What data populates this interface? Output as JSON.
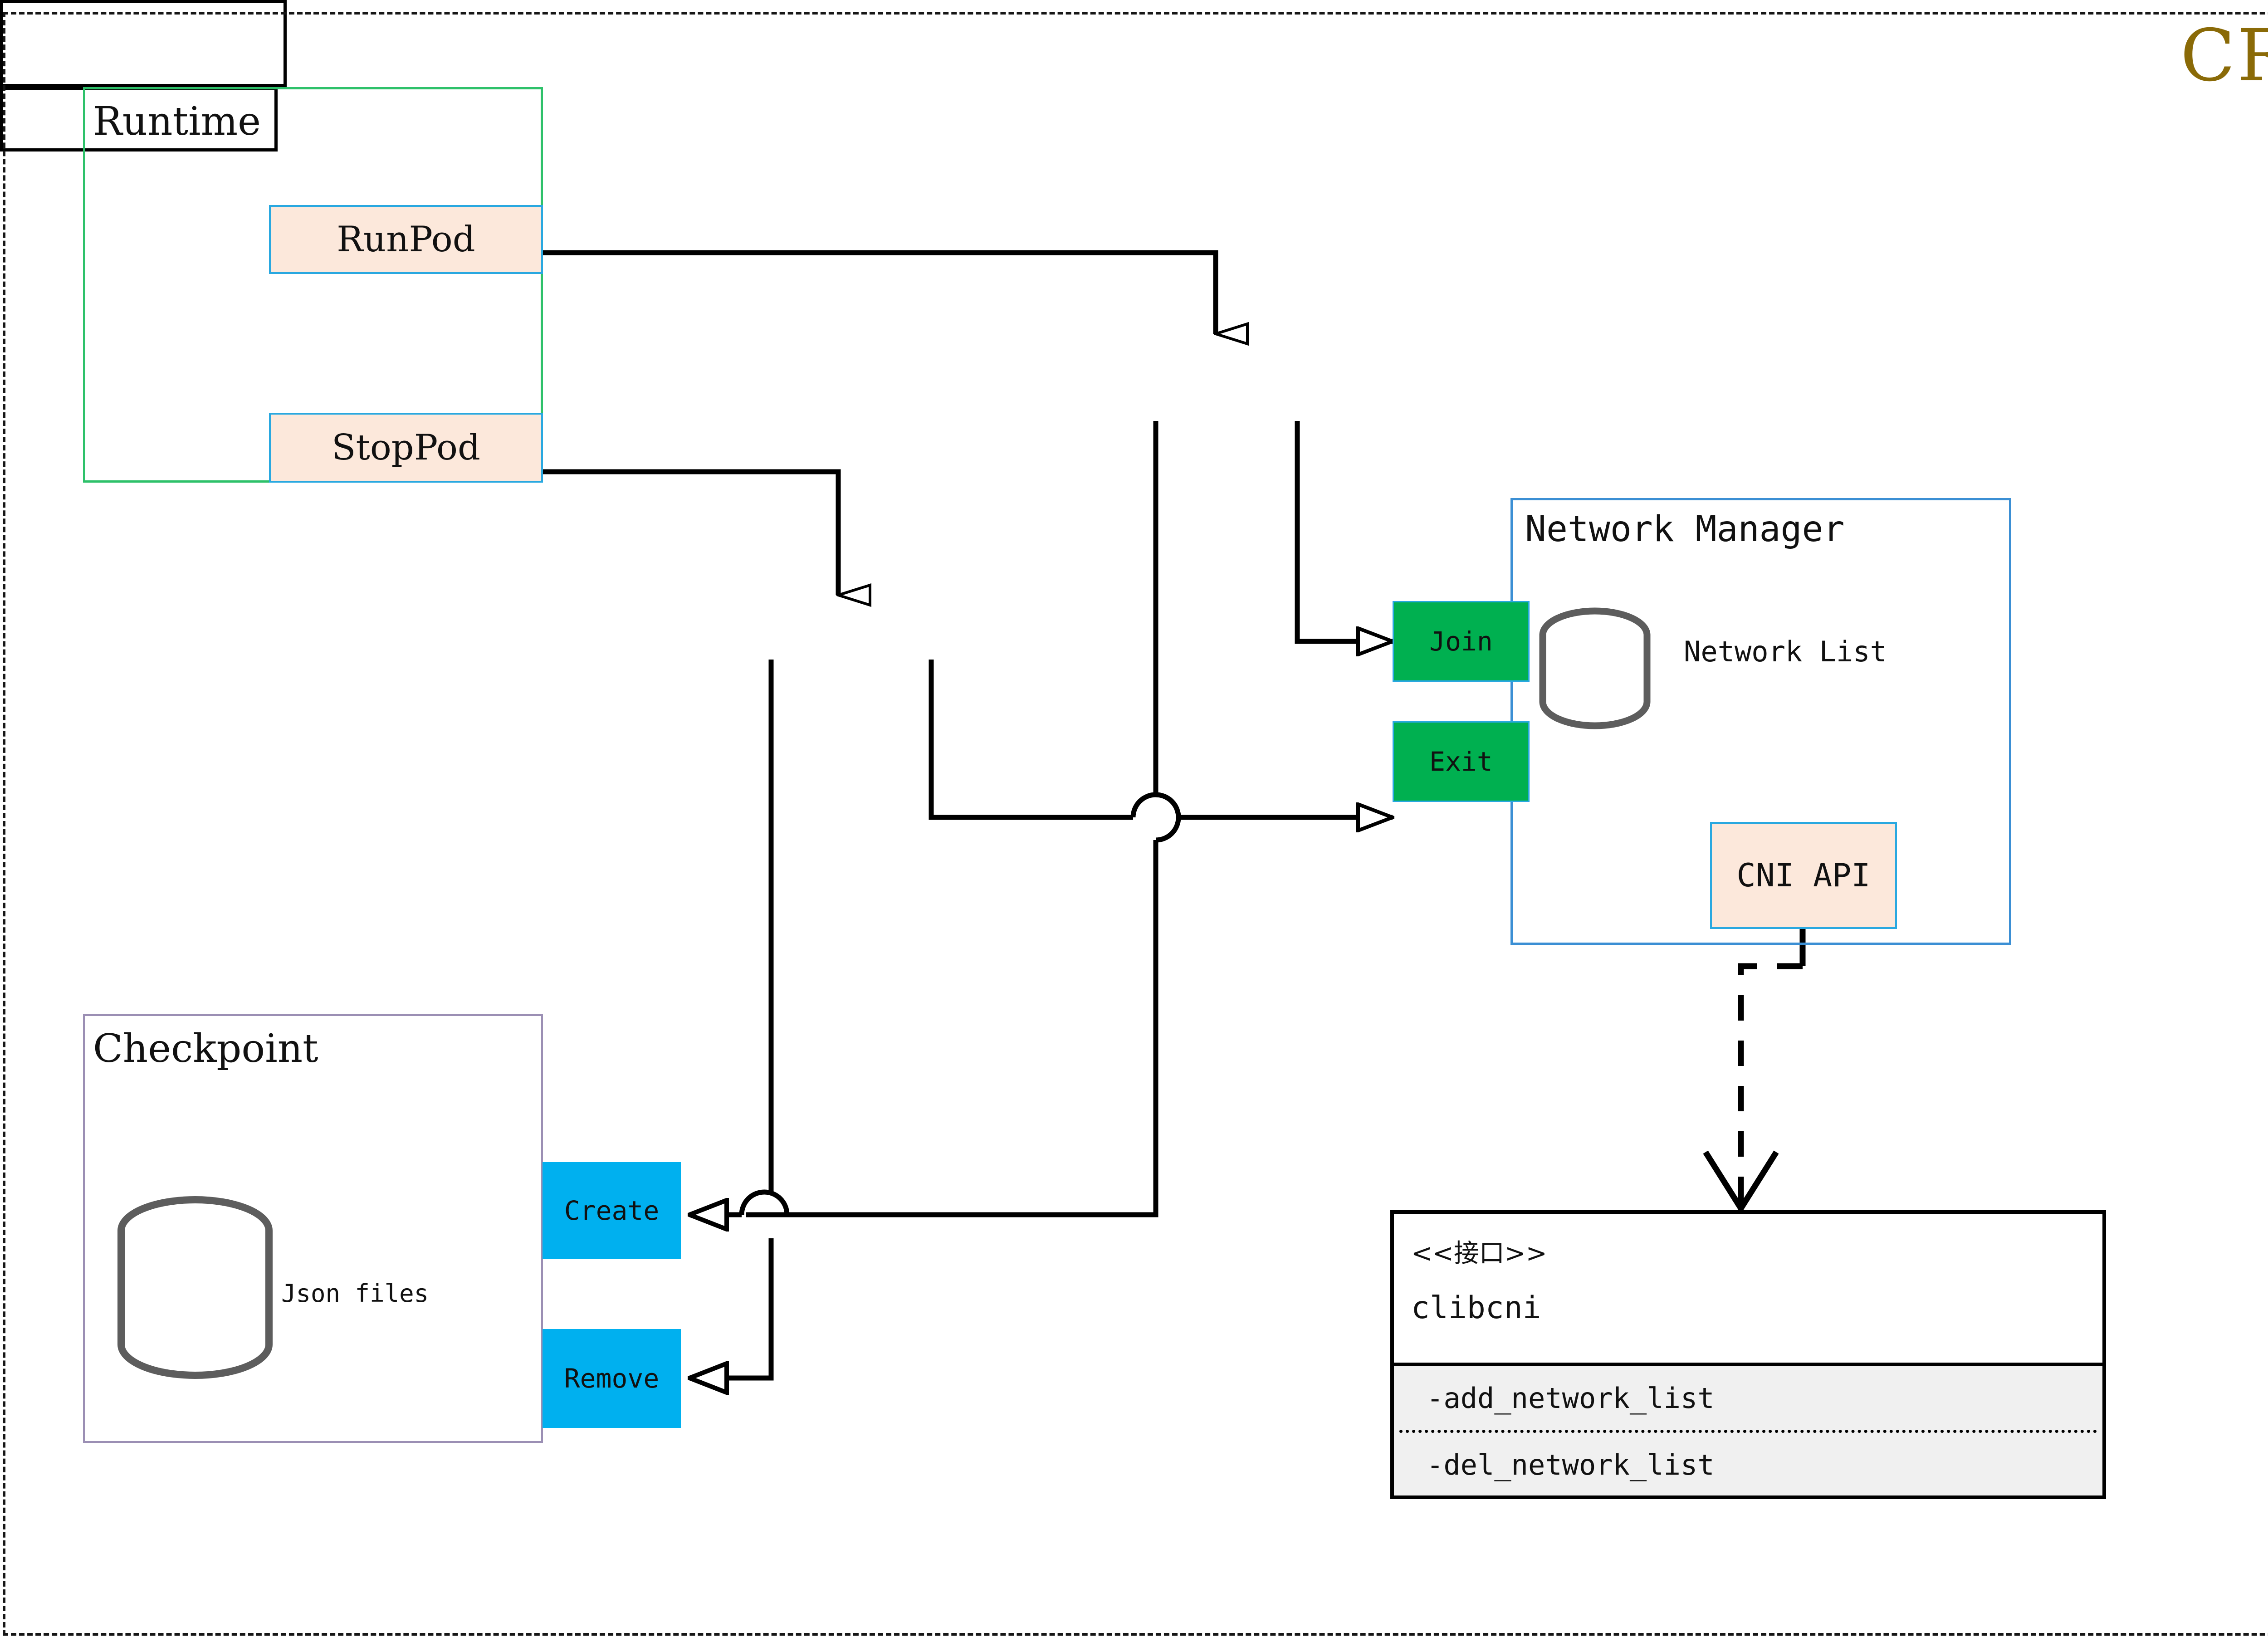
{
  "diagram": {
    "title": "CRI",
    "title_color": "#8a6a07",
    "type": "component-activity-diagram"
  },
  "groups": {
    "runtime": {
      "label": "Runtime",
      "border_color": "#2ec16a"
    },
    "checkpoint": {
      "label": "Checkpoint",
      "border_color": "#9b8fb4",
      "store_label": "Json files",
      "store_icon": "database-cylinder-icon"
    },
    "network_manager": {
      "label": "Network Manager",
      "border_color": "#3b8fd4",
      "store_label": "Network List",
      "store_icon": "database-cylinder-icon"
    }
  },
  "nodes": {
    "runpod": {
      "label": "RunPod",
      "fill": "#fce8db",
      "border": "#29a8e0"
    },
    "stoppod": {
      "label": "StopPod",
      "fill": "#fce8db",
      "border": "#29a8e0"
    },
    "cni_api": {
      "label": "CNI API",
      "fill": "#fce8db",
      "border": "#29a8e0"
    },
    "join": {
      "label": "Join",
      "fill": "#00b050",
      "border": "#29a8e0"
    },
    "exit": {
      "label": "Exit",
      "fill": "#00b050",
      "border": "#29a8e0"
    },
    "create": {
      "label": "Create",
      "fill": "#00b0ef"
    },
    "remove": {
      "label": "Remove",
      "fill": "#00b0ef"
    },
    "fork_top": {
      "label": "",
      "kind": "fork-bar"
    },
    "fork_left": {
      "label": "",
      "kind": "fork-bar"
    }
  },
  "interface": {
    "stereotype": "<<接口>>",
    "name": "clibcni",
    "operations": [
      "-add_network_list",
      "-del_network_list"
    ],
    "ops_background": "#f0f0f0"
  },
  "edges": [
    {
      "from": "runpod",
      "to": "fork_top",
      "style": "solid",
      "arrow": "hollow-triangle"
    },
    {
      "from": "stoppod",
      "to": "fork_left",
      "style": "solid",
      "arrow": "hollow-triangle"
    },
    {
      "from": "fork_top",
      "to": "join",
      "style": "solid",
      "arrow": "hollow-triangle"
    },
    {
      "from": "fork_top",
      "to": "create",
      "style": "solid",
      "arrow": "hollow-triangle"
    },
    {
      "from": "fork_left",
      "to": "exit",
      "style": "solid",
      "arrow": "hollow-triangle"
    },
    {
      "from": "fork_left",
      "to": "remove",
      "style": "solid",
      "arrow": "hollow-triangle"
    },
    {
      "from": "cni_api",
      "to": "clibcni",
      "style": "dashed",
      "arrow": "open-v"
    }
  ]
}
